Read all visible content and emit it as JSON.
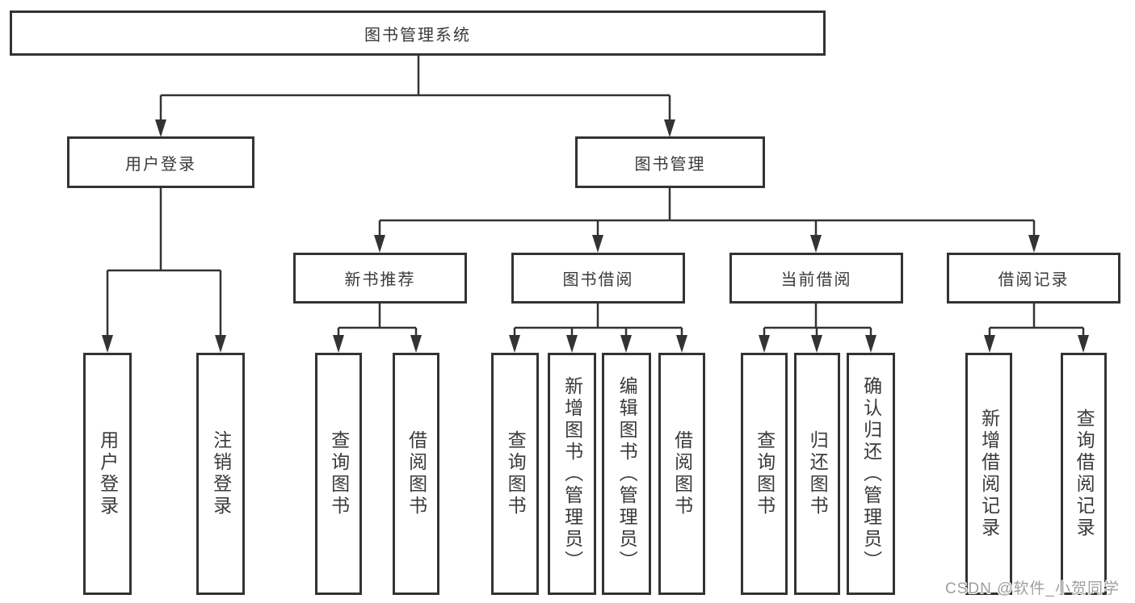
{
  "colors": {
    "line": "#333333",
    "box_fill": "#ffffff",
    "text": "#3a3a3a",
    "watermark": "#9e9e9e",
    "bg": "#ffffff"
  },
  "tree": {
    "root": "图书管理系统",
    "level2": [
      "用户登录",
      "图书管理"
    ],
    "level3": [
      "新书推荐",
      "图书借阅",
      "当前借阅",
      "借阅记录"
    ],
    "leaves": {
      "user": [
        "用户登录",
        "注销登录"
      ],
      "recommend": [
        "查询图书",
        "借阅图书"
      ],
      "borrow": [
        "查询图书",
        "新增图书（管理员）",
        "编辑图书（管理员）",
        "借阅图书"
      ],
      "current": [
        "查询图书",
        "归还图书",
        "确认归还（管理员）"
      ],
      "records": [
        "新增借阅记录",
        "查询借阅记录"
      ]
    }
  },
  "watermark": "CSDN @软件_小贺同学"
}
